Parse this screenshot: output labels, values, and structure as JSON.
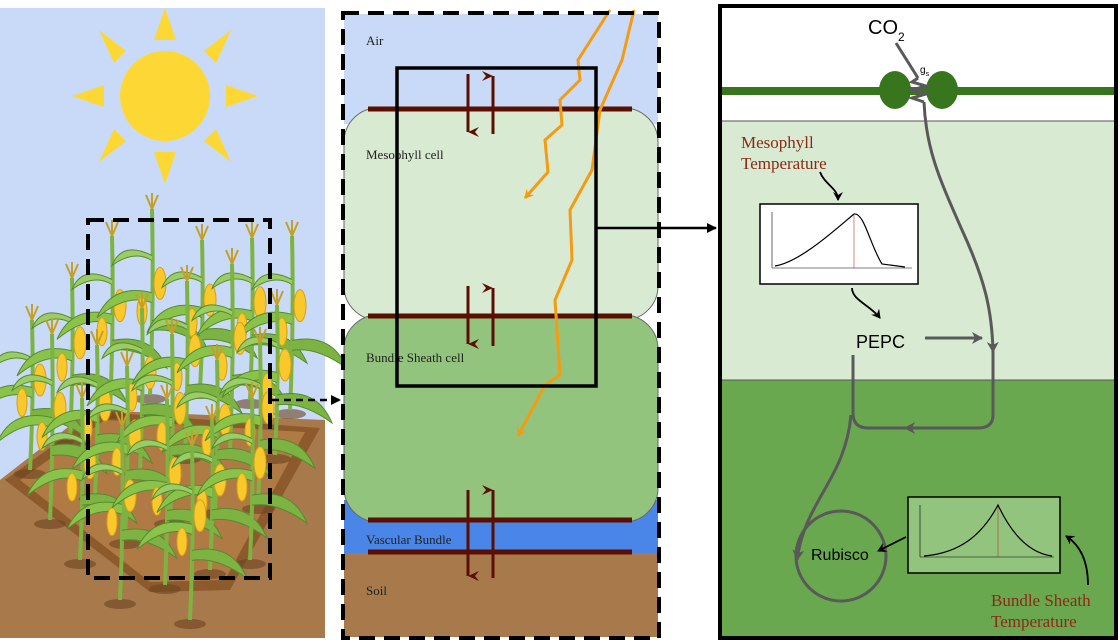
{
  "colors": {
    "sky": "#c9daf8",
    "sun": "#fdd835",
    "soil": "#a8794a",
    "mesophyll": "#d9ead3",
    "bundle_sheath": "#93c47d",
    "bundle_sheath_panel": "#6aa84f",
    "vascular": "#4a86e8",
    "membrane": "#5b0f00",
    "flux_orange": "#f39c12",
    "leaf_surface": "#38761d",
    "arrow_grey": "#595959",
    "temp_label": "#8b2a14"
  },
  "layers": {
    "air": "Air",
    "mesophyll": "Mesophyll cell",
    "bundle_sheath": "Bundle Sheath cell",
    "vascular": "Vascular Bundle",
    "soil": "Soil"
  },
  "model": {
    "co2_main": "CO",
    "co2_sub": "2",
    "gs_main": "g",
    "gs_sub": "s",
    "mesophyll_temp_line1": "Mesophyll",
    "mesophyll_temp_line2": "Temperature",
    "pepc": "PEPC",
    "rubisco": "Rubisco",
    "bundle_temp_line1": "Bundle Sheath",
    "bundle_temp_line2": "Temperature"
  },
  "icons": {
    "sun": "sun-icon",
    "crop": "corn-field-illustration",
    "stomata": "stomata-icon"
  }
}
